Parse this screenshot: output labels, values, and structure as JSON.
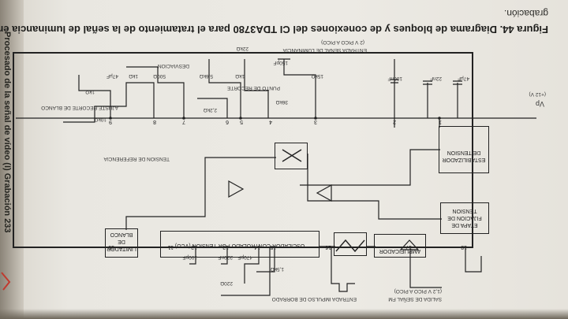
{
  "page": {
    "figure_caption": "Figura 44. Diagrama de bloques y de conexiones del CI TDA3780 para el tratamiento de la señal de luminancia en",
    "figure_caption_cont": "grabación.",
    "running_header": "Procesado de la señal de vídeo (I)  Grabación   233"
  },
  "diagram": {
    "blocks": [
      {
        "id": "estabilizador",
        "label": "ESTABILIZADOR DE TENSION"
      },
      {
        "id": "fijacion",
        "label": "ETAPA DE FIJACION DE TENSION"
      },
      {
        "id": "amplificador",
        "label": "AMPLIFICADOR"
      },
      {
        "id": "vco",
        "label": "OSCILADOR CONTROLADO POR TENSION (VCO)"
      },
      {
        "id": "limitador",
        "label": "LIMITADOR DE BLANCO"
      }
    ],
    "labels": {
      "vp": "Vp",
      "vp_val": "(+12 V)",
      "entrada": "ENTRADA SEÑAL DE LUMINANCIA",
      "entrada_val": "(2 V PICO A PICO)",
      "salida": "SALIDA DE SEÑAL FM",
      "salida_val": "(1,2 V PICO A PICO)",
      "borrado": "ENTRADA IMPULSO DE BORRADO",
      "referencia": "TENSION DE REFERENCIA",
      "desviacion": "DESVIACION",
      "recorte": "PUNTO DE RECORTE",
      "ajuste": "AJUSTE RECORTE DE BLANCO"
    },
    "components": [
      "47µF",
      "22nF",
      "100nF",
      "15kΩ",
      "36kΩ",
      "150pF",
      "1kΩ",
      "22kΩ",
      "2,2kΩ",
      "5,6kΩ",
      "10kΩ",
      "1kΩ",
      "500Ω",
      "47µF",
      "1kΩ",
      "220nF",
      "470pF",
      "100pF",
      "1,5kΩ",
      "220Ω"
    ],
    "pins": [
      "1",
      "2",
      "3",
      "4",
      "5",
      "6",
      "7",
      "8",
      "9",
      "10",
      "11",
      "12",
      "13",
      "14",
      "15",
      "16",
      "17",
      "18"
    ]
  }
}
